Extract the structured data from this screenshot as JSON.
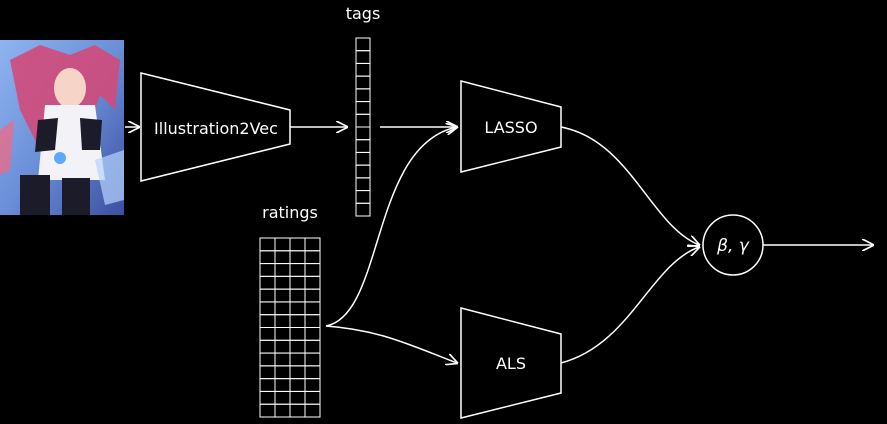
{
  "nodes": {
    "encoder": "Illustration2Vec",
    "tags": "tags",
    "ratings": "ratings",
    "lasso": "LASSO",
    "als": "ALS",
    "combine": "β, γ"
  },
  "tags_vector": {
    "cells": 14
  },
  "ratings_matrix": {
    "rows": 14,
    "cols": 4
  },
  "colors": {
    "background": "#000000",
    "stroke": "#ffffff",
    "illustration_sky": "#6b8fd8",
    "illustration_hair": "#d24a7a",
    "illustration_dress": "#f2f2f7"
  },
  "icons": {
    "input_image": "anime-illustration"
  }
}
